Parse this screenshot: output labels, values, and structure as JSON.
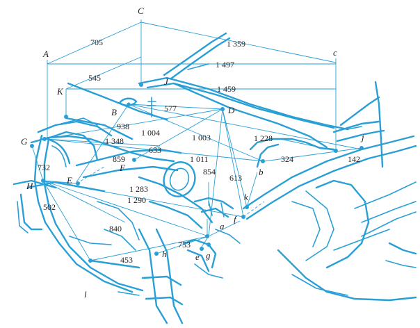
{
  "diagram": {
    "point_labels": {
      "C": "C",
      "A": "A",
      "c": "c",
      "K": "K",
      "J": "J",
      "B": "B",
      "D": "D",
      "G": "G",
      "j": "j",
      "F": "F",
      "b": "b",
      "H": "H",
      "E": "E",
      "k": "k",
      "f": "f",
      "a": "a",
      "g": "g",
      "h": "h",
      "e": "e",
      "l": "l"
    },
    "dimensions": {
      "d705": "705",
      "d1359": "1 359",
      "d545": "545",
      "d1497": "1 497",
      "d1459": "1 459",
      "d577": "577",
      "d938": "938",
      "d1004": "1 004",
      "d1348": "1 348",
      "d1003": "1 003",
      "d1228": "1 228",
      "d633": "633",
      "d859": "859",
      "d1011": "1 011",
      "d324": "324",
      "d142": "142",
      "d732": "732",
      "d854": "854",
      "d613": "613",
      "d1283": "1 283",
      "d1290": "1 290",
      "d502": "502",
      "d840": "840",
      "d753": "753",
      "d453": "453"
    }
  }
}
